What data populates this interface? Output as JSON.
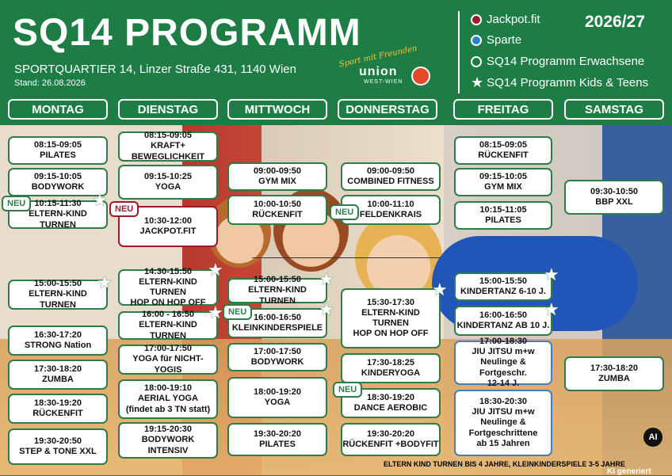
{
  "header": {
    "title": "SQ14 PROGRAMM",
    "address": "SPORTQUARTIER 14, Linzer Straße 431, 1140 Wien",
    "stand": "Stand: 26.08.2026",
    "year": "2026/27",
    "logo": {
      "slogan": "Sport mit Freunden",
      "name": "union",
      "sub": "WEST-WIEN"
    }
  },
  "legend": [
    {
      "label": "Jackpot.fit",
      "icon": "red-dot-icon",
      "color": "#9b1b2e"
    },
    {
      "label": "Sparte",
      "icon": "blue-dot-icon",
      "color": "#2f7fd0"
    },
    {
      "label": "SQ14 Programm Erwachsene",
      "icon": "white-dot-icon",
      "color": "#1e7d45"
    },
    {
      "label": "SQ14 Programm Kids & Teens",
      "icon": "star-icon",
      "color": "#ffffff"
    }
  ],
  "days": [
    "MONTAG",
    "DIENSTAG",
    "MITTWOCH",
    "DONNERSTAG",
    "FREITAG",
    "SAMSTAG"
  ],
  "classes": {
    "mon": [
      {
        "time": "08:15-09:05",
        "name": "PILATES"
      },
      {
        "time": "09:15-10:05",
        "name": "BODYWORK"
      },
      {
        "time": "10:15-11:30",
        "name": "ELTERN-KIND TURNEN"
      },
      {
        "time": "15:00-15:50",
        "name": "ELTERN-KIND TURNEN"
      },
      {
        "time": "16:30-17:20",
        "name": "STRONG Nation"
      },
      {
        "time": "17:30-18:20",
        "name": "ZUMBA"
      },
      {
        "time": "18:30-19:20",
        "name": "RÜCKENFIT"
      },
      {
        "time": "19:30-20:50",
        "name": "STEP & TONE XXL"
      }
    ],
    "tue": [
      {
        "time": "08:15-09:05",
        "name": "KRAFT+",
        "name2": "BEWEGLICHKEIT"
      },
      {
        "time": "09:15-10:25",
        "name": "YOGA"
      },
      {
        "time": "10:30-12:00",
        "name": "JACKPOT.FIT"
      },
      {
        "time": "14:30-15:50",
        "name": "ELTERN-KIND TURNEN",
        "name2": "HOP ON HOP OFF"
      },
      {
        "time": "16:00 - 16:50",
        "name": "ELTERN-KIND TURNEN"
      },
      {
        "time": "17:00-17:50",
        "name": "YOGA für NICHT-YOGIS"
      },
      {
        "time": "18:00-19:10",
        "name": "AERIAL YOGA",
        "name2": "(findet ab 3 TN statt)"
      },
      {
        "time": "19:15-20:30",
        "name": "BODYWORK",
        "name2": "INTENSIV"
      }
    ],
    "wed": [
      {
        "time": "09:00-09:50",
        "name": "GYM MIX"
      },
      {
        "time": "10:00-10:50",
        "name": "RÜCKENFIT"
      },
      {
        "time": "15:00-15:50",
        "name": "ELTERN-KIND TURNEN"
      },
      {
        "time": "16:00-16:50",
        "name": "KLEINKINDERSPIELE"
      },
      {
        "time": "17:00-17:50",
        "name": "BODYWORK"
      },
      {
        "time": "18:00-19:20",
        "name": "YOGA"
      },
      {
        "time": "19:30-20:20",
        "name": "PILATES"
      }
    ],
    "thu": [
      {
        "time": "09:00-09:50",
        "name": "COMBINED FITNESS"
      },
      {
        "time": "10:00-11:10",
        "name": "FELDENKRAIS"
      },
      {
        "time": "15:30-17:30",
        "name": "ELTERN-KIND",
        "name2": "TURNEN",
        "name3": "HOP ON HOP OFF"
      },
      {
        "time": "17:30-18:25",
        "name": "KINDERYOGA"
      },
      {
        "time": "18:30-19:20",
        "name": "DANCE AEROBIC"
      },
      {
        "time": "19:30-20:20",
        "name": "RÜCKENFIT +BODYFIT"
      }
    ],
    "fri": [
      {
        "time": "08:15-09:05",
        "name": "RÜCKENFIT"
      },
      {
        "time": "09:15-10:05",
        "name": "GYM MIX"
      },
      {
        "time": "10:15-11:05",
        "name": "PILATES"
      },
      {
        "time": "15:00-15:50",
        "name": "KINDERTANZ 6-10 J."
      },
      {
        "time": "16:00-16:50",
        "name": "KINDERTANZ AB 10 J."
      },
      {
        "time": "17:00-18:30",
        "name": "JIU JITSU m+w",
        "name2": "Neulinge & Fortgeschr.",
        "name3": "12-14 J."
      },
      {
        "time": "18:30-20:30",
        "name": "JIU JITSU m+w",
        "name2": "Neulinge &",
        "name3": "Fortgeschrittene",
        "name4": "ab 15 Jahren"
      }
    ],
    "sat": [
      {
        "time": "09:30-10:50",
        "name": "BBP XXL"
      },
      {
        "time": "17:30-18:20",
        "name": "ZUMBA"
      }
    ]
  },
  "badges": {
    "neu": "NEU"
  },
  "footnote": "ELTERN KIND TURNEN BIS 4 JAHRE, KLEINKINDERSPIELE 3-5 JAHRE",
  "ai_label": "AI",
  "ki_label": "KI generiert"
}
